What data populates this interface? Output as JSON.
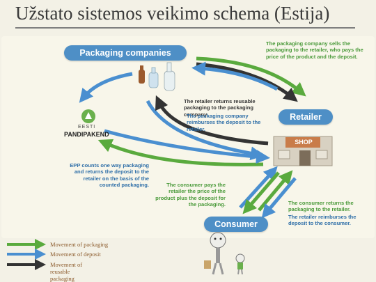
{
  "title": "Užstato sistemos veikimo schema (Estija)",
  "nodes": {
    "packaging_companies": "Packaging companies",
    "retailer": "Retailer",
    "consumer": "Consumer",
    "shop_sign": "SHOP",
    "epp_logo_line1": "EESTI",
    "epp_logo_line2": "PANDIPAKEND"
  },
  "notes": {
    "sell": "The packaging company sells the packaging to the retailer, who pays the price of the product and the deposit.",
    "retailer_returns": "The retailer returns reusable packaging to the packaging company.",
    "reimburse_retailer": "The packaging company reimburses the deposit to the retailer.",
    "epp": "EPP counts one way packaging and returns the deposit to the retailer on the basis of the counted packaging.",
    "consumer_pays": "The consumer pays the retailer the price of the product plus the deposit for the packaging.",
    "consumer_returns": "The consumer returns the packaging to the retailer.",
    "retailer_reimburses": "The retailer reimburses the deposit to the consumer."
  },
  "legend": [
    {
      "label": "Movement of packaging",
      "color": "#5aaa3e"
    },
    {
      "label": "Movement of deposit",
      "color": "#4a8fd0"
    },
    {
      "label": "Movement of reusable packaging",
      "color": "#333333"
    }
  ],
  "colors": {
    "packaging": "#5aaa3e",
    "deposit": "#4a8fd0",
    "reusable": "#333333",
    "pill": "#4e8fc6"
  }
}
